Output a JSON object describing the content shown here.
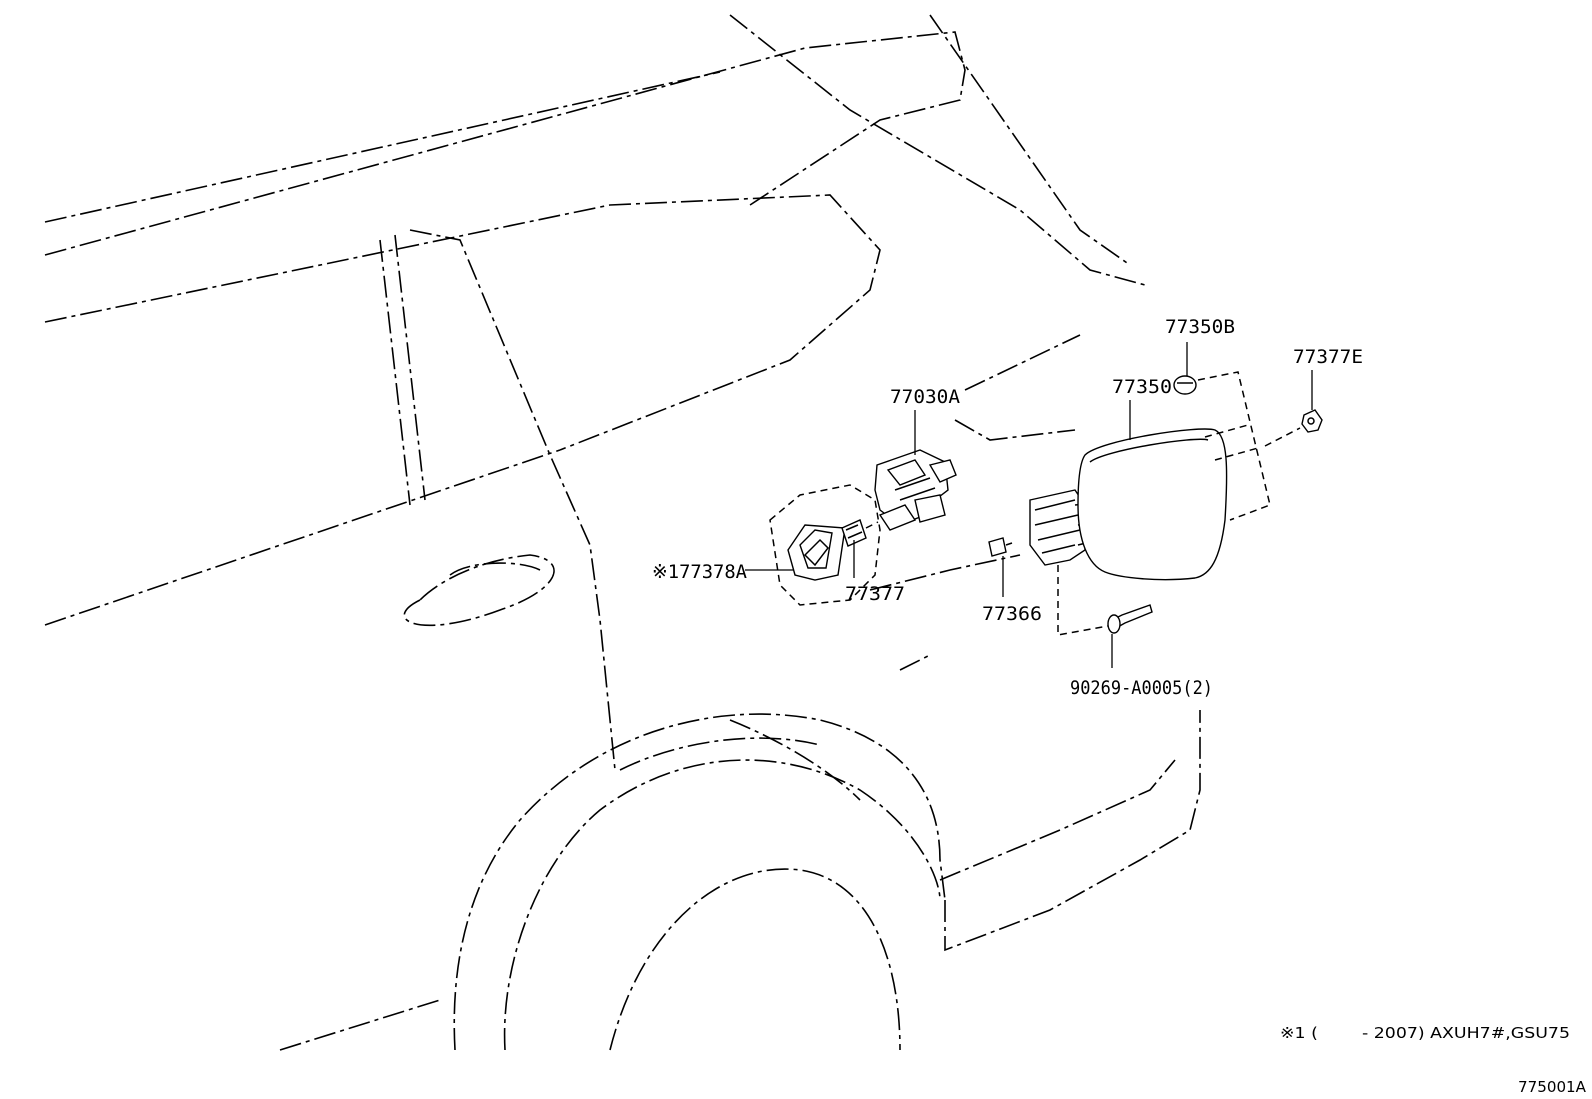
{
  "parts": {
    "p77350B": "77350B",
    "p77377E": "77377E",
    "p77350": "77350",
    "p77030A": "77030A",
    "p77378A": "※177378A",
    "p77377": "77377",
    "p77366": "77366",
    "p90269": "90269-A0005(2)"
  },
  "footnote": "※1 (        - 2007) AXUH7#,GSU75",
  "diagram_code": "775001A"
}
